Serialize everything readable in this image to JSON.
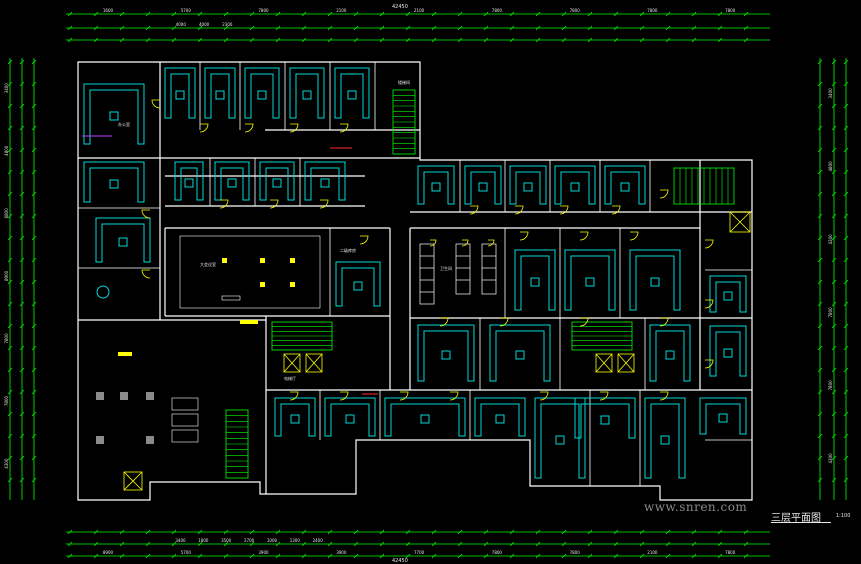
{
  "drawing": {
    "title": "三层平面图",
    "scale": "1:100",
    "watermark": "www.snren.com",
    "overall_dim_top": "42450",
    "overall_dim_bottom": "42450"
  },
  "dims": {
    "top_outer": [
      "1600",
      "5700",
      "7800",
      "2100",
      "2100",
      "7800",
      "7800",
      "7800",
      "7800"
    ],
    "top_inner": [
      "4000",
      "4000",
      "2300"
    ],
    "bottom_outer": [
      "8900",
      "5700",
      "3900",
      "3900",
      "7700",
      "7800",
      "7800",
      "2100",
      "7800"
    ],
    "bottom_inner": [
      "3400",
      "1800",
      "3500",
      "2700",
      "1000",
      "1300",
      "2400"
    ],
    "left": [
      "3400",
      "4800",
      "6800",
      "8900",
      "7800",
      "7800",
      "4300"
    ],
    "right": [
      "3400",
      "4800",
      "4300",
      "7800",
      "7800",
      "4300"
    ]
  },
  "rooms": [
    {
      "label": "大会议室"
    },
    {
      "label": "办公室"
    },
    {
      "label": "二级库房"
    },
    {
      "label": "卫生间"
    },
    {
      "label": "楼梯间"
    },
    {
      "label": "电梯厅"
    }
  ],
  "colors": {
    "wall": "#ffffff",
    "furniture": "#00d8d8",
    "dimension": "#00ff00",
    "door": "#ffff00",
    "stair": "#00ff00",
    "text": "#e8e8e8",
    "hatch": "#ff2a2a",
    "accent": "#c040ff"
  }
}
